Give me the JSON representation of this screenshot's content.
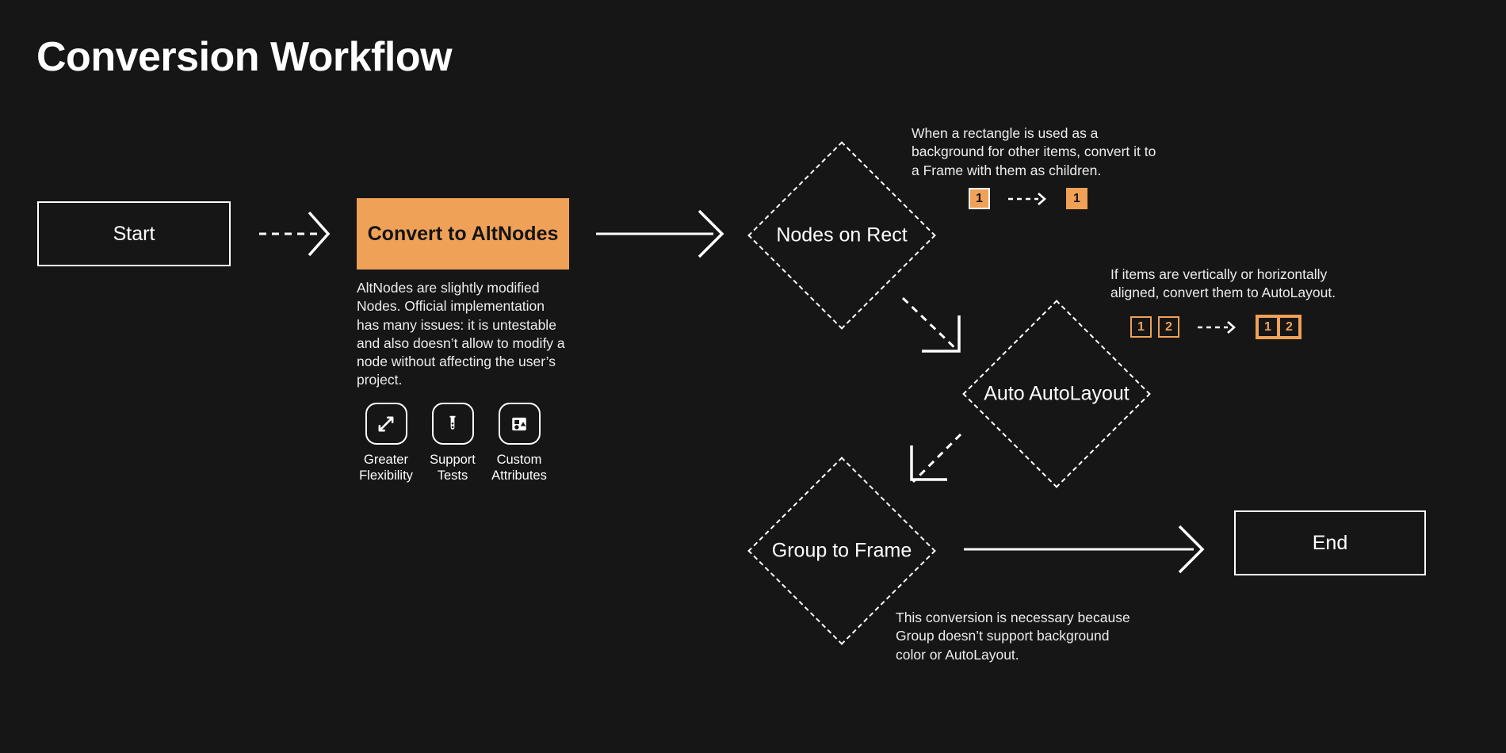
{
  "title": "Conversion Workflow",
  "theme": {
    "background": "#161616",
    "accent": "#efa157",
    "foreground": "#ffffff"
  },
  "nodes": {
    "start": {
      "label": "Start",
      "shape": "rectangle",
      "style": "outline"
    },
    "convert": {
      "label": "Convert to AltNodes",
      "shape": "rectangle",
      "style": "filled-accent"
    },
    "nodes_on_rect": {
      "label": "Nodes on Rect",
      "shape": "diamond"
    },
    "auto_autolayout": {
      "label": "Auto AutoLayout",
      "shape": "diamond"
    },
    "group_to_frame": {
      "label": "Group to Frame",
      "shape": "diamond"
    },
    "end": {
      "label": "End",
      "shape": "rectangle",
      "style": "outline"
    }
  },
  "notes": {
    "altnodes": "AltNodes are slightly modified Nodes. Official implementation has many issues: it is untestable and also doesn’t allow to modify a node without affecting the user’s project.",
    "nodes_on_rect": "When a rectangle is used as a background for other items, convert it to a Frame with them as children.",
    "auto_autolayout": "If items are vertically or horizontally aligned, convert them to AutoLayout.",
    "group_to_frame": "This conversion is necessary because Group doesn’t support background color or AutoLayout."
  },
  "features": [
    {
      "icon": "expand-arrows-icon",
      "label": "Greater\nFlexibility"
    },
    {
      "icon": "test-tube-icon",
      "label": "Support\nTests"
    },
    {
      "icon": "shapes-icon",
      "label": "Custom\nAttributes"
    }
  ],
  "badge_illustrations": {
    "nodes_on_rect": {
      "before": [
        {
          "text": "1",
          "style": "solid-white-border"
        }
      ],
      "after": [
        {
          "text": "1",
          "style": "solid-orange-border"
        }
      ]
    },
    "auto_autolayout": {
      "before": [
        {
          "text": "1",
          "style": "hollow"
        },
        {
          "text": "2",
          "style": "hollow"
        }
      ],
      "after": [
        {
          "text": "1",
          "style": "hollow"
        },
        {
          "text": "2",
          "style": "hollow"
        }
      ]
    }
  },
  "edges": [
    {
      "from": "start",
      "to": "convert",
      "style": "dashed"
    },
    {
      "from": "convert",
      "to": "nodes_on_rect",
      "style": "solid"
    },
    {
      "from": "nodes_on_rect",
      "to": "auto_autolayout",
      "style": "dashed-diagonal"
    },
    {
      "from": "auto_autolayout",
      "to": "group_to_frame",
      "style": "dashed-diagonal"
    },
    {
      "from": "group_to_frame",
      "to": "end",
      "style": "solid"
    }
  ]
}
